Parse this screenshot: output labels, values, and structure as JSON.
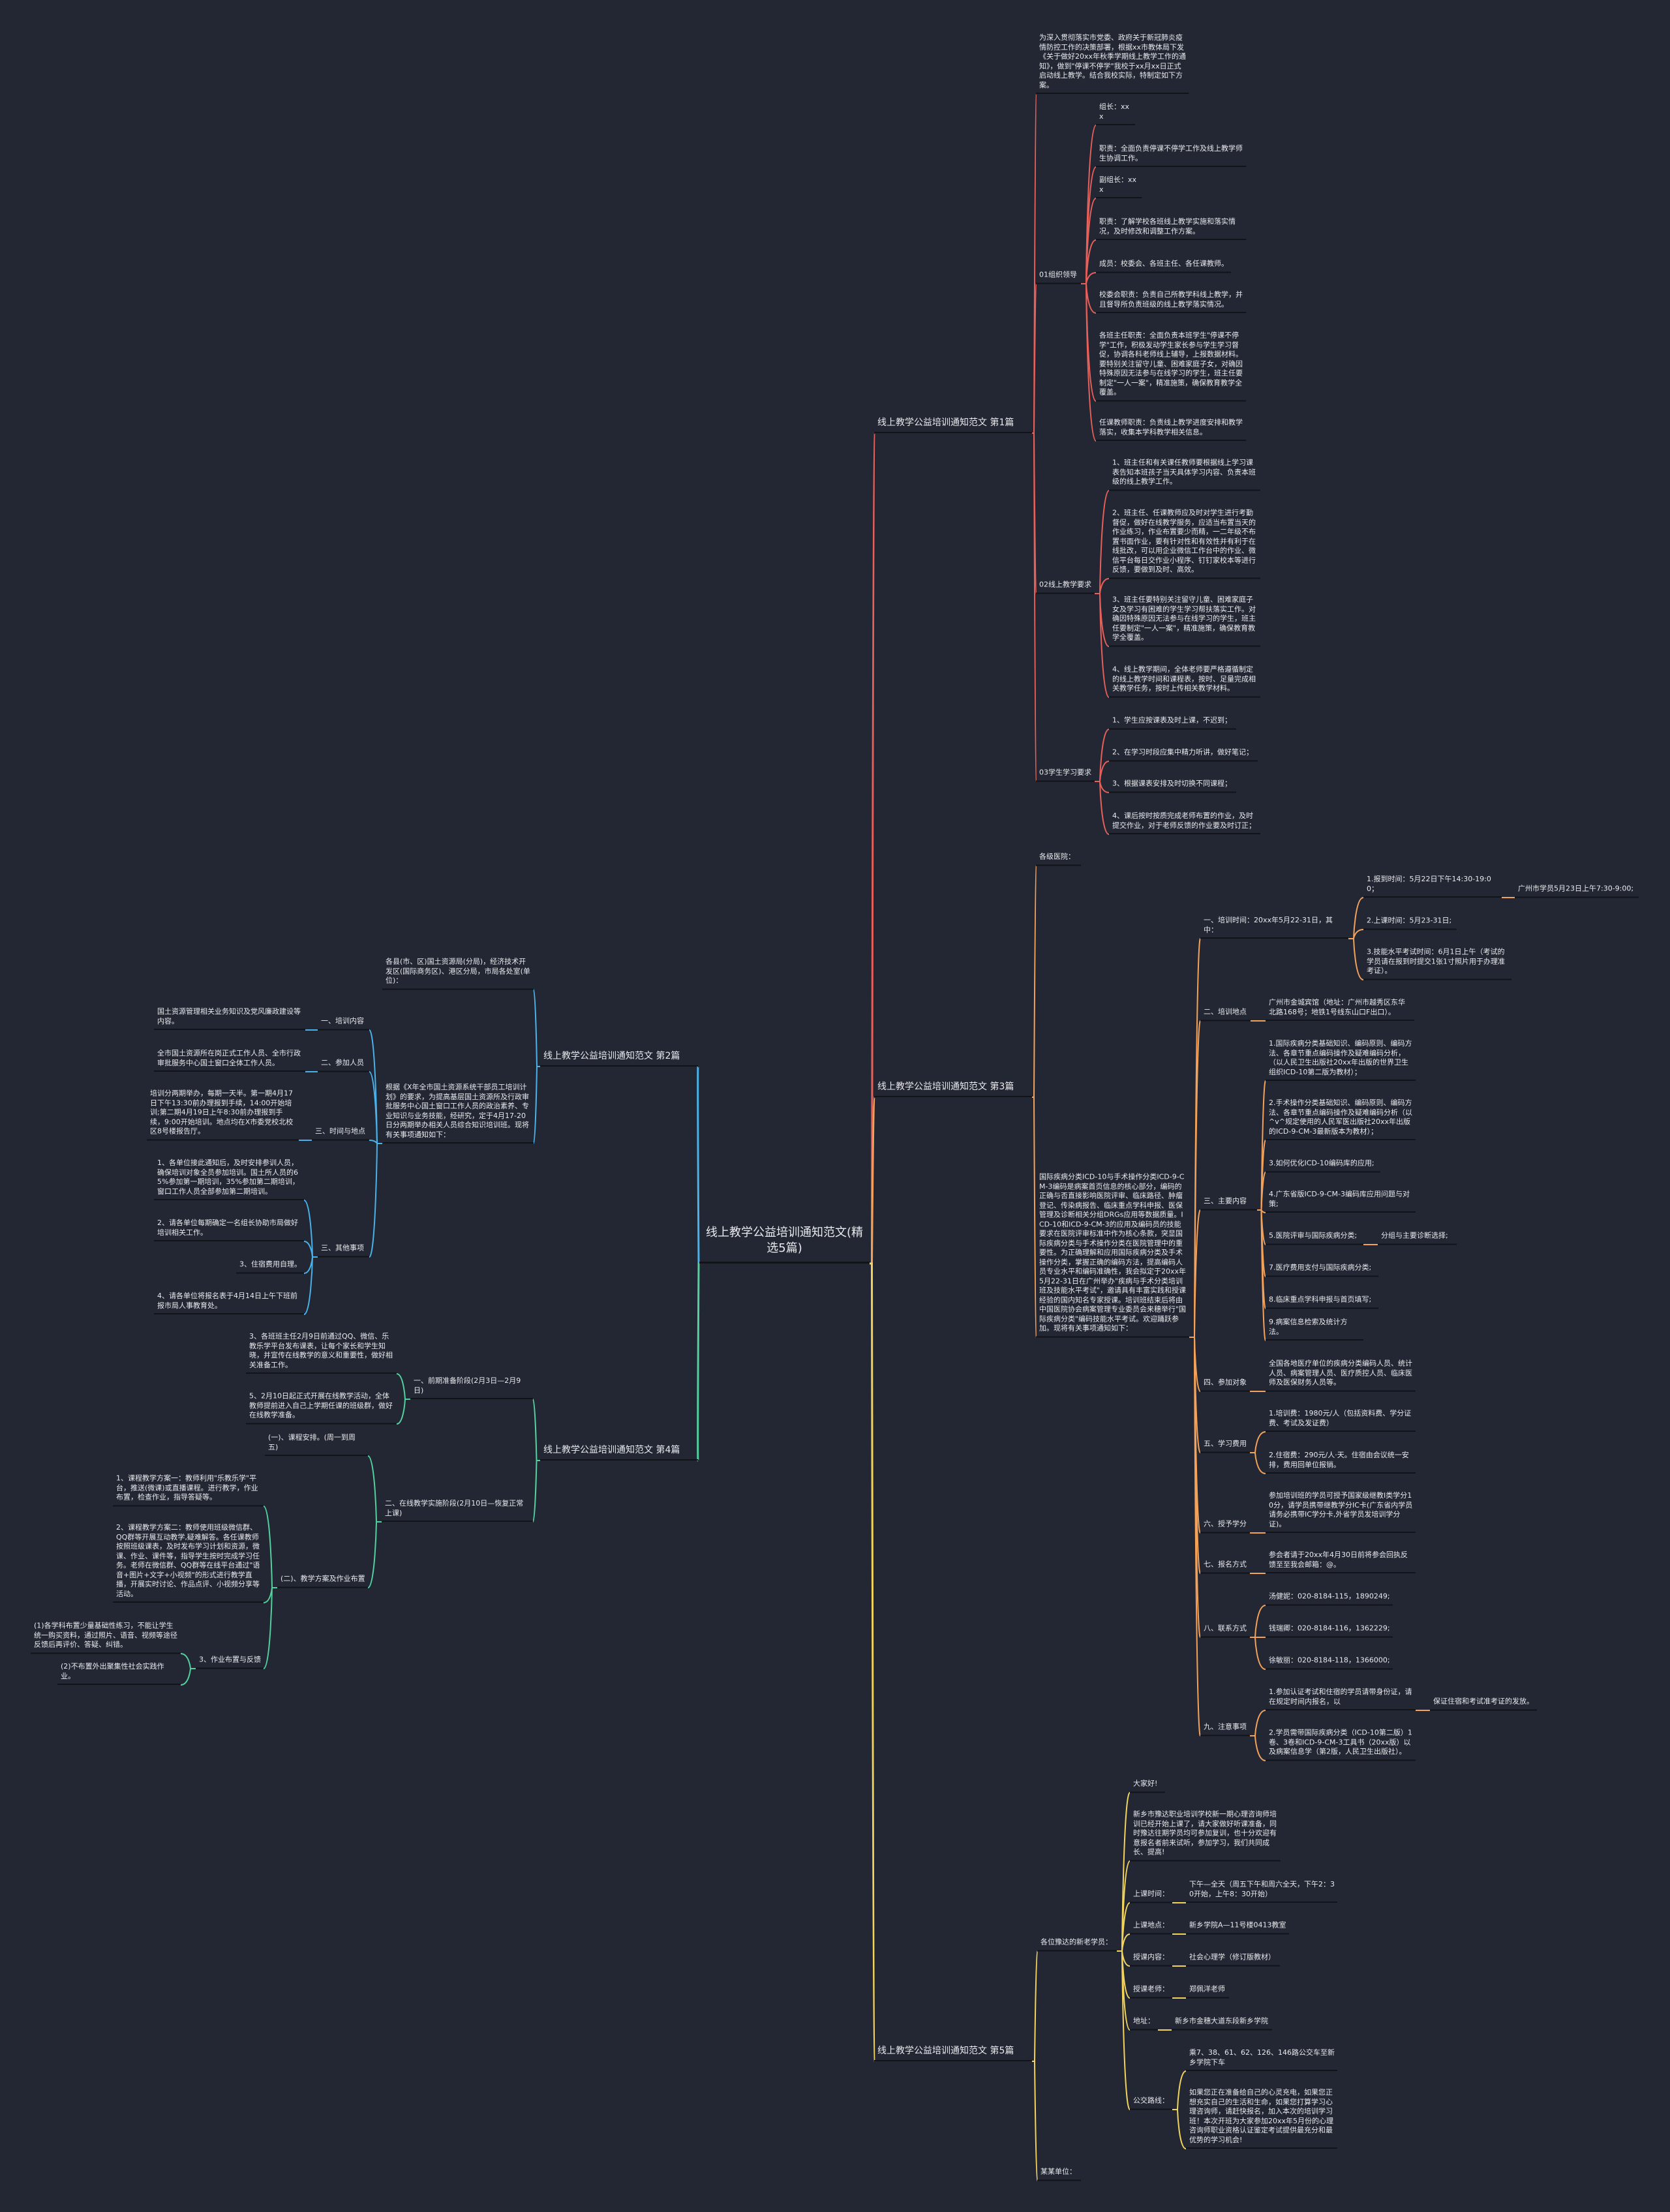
{
  "root": {
    "title": "线上教学公益培训通知范文(精选5篇)"
  },
  "branches": [
    {
      "label": "线上教学公益培训通知范文 第1篇",
      "color": "#e8605a",
      "side": "right",
      "children": [
        {
          "text": "为深入贯彻落实市党委、政府关于新冠肺炎疫情防控工作的决策部署，根据xx市教体局下发《关于做好20xx年秋季学期线上教学工作的通知》，做到\"停课不停学\"我校于xx月xx日正式启动线上教学。结合我校实际，特制定如下方案。"
        },
        {
          "text": "01组织领导",
          "children": [
            {
              "text": "组长：xxx"
            },
            {
              "text": "职责：全面负责停课不停学工作及线上教学师生协调工作。"
            },
            {
              "text": "副组长：xxx"
            },
            {
              "text": "职责：了解学校各班线上教学实施和落实情况，及时修改和调整工作方案。"
            },
            {
              "text": "成员：校委会、各班主任、各任课教师。"
            },
            {
              "text": "校委会职责：负责自己所教学科线上教学，并且督导所负责班级的线上教学落实情况。"
            },
            {
              "text": "各班主任职责：全面负责本班学生\"停课不停学\"工作，积极发动学生家长参与学生学习督促，协调各科老师线上辅导，上报数据材料。要特别关注留守儿童、困难家庭子女，对确因特殊原因无法参与在线学习的学生，班主任要制定\"一人一案\"，精准施策，确保教育教学全覆盖。"
            },
            {
              "text": "任课教师职责：负责线上教学进度安排和教学落实，收集本学科教学相关信息。"
            }
          ]
        },
        {
          "text": "02线上教学要求",
          "children": [
            {
              "text": "1、班主任和有关课任教师要根据线上学习课表告知本班孩子当天具体学习内容、负责本班级的线上教学工作。"
            },
            {
              "text": "2、班主任、任课教师应及时对学生进行考勤督促，做好在线教学服务，应适当布置当天的作业练习，作业布置要少而精，一二年级不布置书面作业，要有针对性和有效性并有利于在线批改，可以用企业微信工作台中的作业、微信平台每日交作业小程序、钉钉家校本等进行反馈，要做到及时、高效。"
            },
            {
              "text": "3、班主任要特别关注留守儿童、困难家庭子女及学习有困难的学生学习帮扶落实工作。对确因特殊原因无法参与在线学习的学生，班主任要制定\"一人一案\"，精准施策，确保教育教学全覆盖。"
            },
            {
              "text": "4、线上教学期间，全体老师要严格遵循制定的线上教学时间和课程表，按时、足量完成相关教学任务，按时上传相关教学材料。"
            }
          ]
        },
        {
          "text": "03学生学习要求",
          "children": [
            {
              "text": "1、学生应按课表及时上课，不迟到；"
            },
            {
              "text": "2、在学习时段应集中精力听讲，做好笔记；"
            },
            {
              "text": "3、根据课表安排及时切换不同课程；"
            },
            {
              "text": "4、课后按时按质完成老师布置的作业，及时提交作业，对于老师反馈的作业要及时订正；"
            }
          ]
        }
      ]
    },
    {
      "label": "线上教学公益培训通知范文 第2篇",
      "color": "#4ab2e8",
      "side": "left",
      "children": [
        {
          "text": "各县(市、区)国土资源局(分局)，经济技术开发区(国际商务区)、港区分局，市局各处室(单位)："
        },
        {
          "text": "根据《X年全市国土资源系统干部员工培训计划》的要求，为提高基层国土资源所及行政审批服务中心国土窗口工作人员的政治素养、专业知识与业务技能，经研究，定于4月17-20日分两期举办相关人员综合知识培训班。现将有关事项通知如下：",
          "children": [
            {
              "text": "一、培训内容",
              "children": [
                {
                  "text": "国土资源管理相关业务知识及党风廉政建设等内容。"
                }
              ]
            },
            {
              "text": "二、参加人员",
              "children": [
                {
                  "text": "全市国土资源所在岗正式工作人员、全市行政审批服务中心国土窗口全体工作人员。"
                }
              ]
            },
            {
              "text": "三、时间与地点",
              "children": [
                {
                  "text": "培训分两期举办，每期一天半。第一期4月17日下午13:30前办理报到手续，14:00开始培训;第二期4月19日上午8:30前办理报到手续，9:00开始培训。地点均在X市委党校北校区8号楼报告厅。"
                }
              ]
            },
            {
              "text": "三、其他事项",
              "children": [
                {
                  "text": "1、各单位接此通知后，及时安排参训人员，确保培训对象全员参加培训。国土所人员的65%参加第一期培训，35%参加第二期培训，窗口工作人员全部参加第二期培训。"
                },
                {
                  "text": "2、请各单位每期确定一名组长协助市局做好培训相关工作。"
                },
                {
                  "text": "3、住宿费用自理。"
                },
                {
                  "text": "4、请各单位将报名表于4月14日上午下班前报市局人事教育处。"
                }
              ]
            }
          ]
        }
      ]
    },
    {
      "label": "线上教学公益培训通知范文 第3篇",
      "color": "#f4a25a",
      "side": "right",
      "children": [
        {
          "text": "各级医院："
        },
        {
          "text": "国际疾病分类ICD-10与手术操作分类ICD-9-CM-3编码是病案首页信息的核心部分，编码的正确与否直接影响医院评审、临床路径、肿瘤登记、传染病报告、临床重点学科申报、医保管理及诊断相关分组DRGs应用等数据质量。ICD-10和ICD-9-CM-3的应用及编码员的技能要求在医院评审标准中作为核心条款，突显国际疾病分类与手术操作分类在医院管理中的重要性。为正确理解和应用国际疾病分类及手术操作分类，掌握正确的编码方法，提高编码人员专业水平和编码准确性，我会拟定于20xx年5月22-31日在广州举办\"疾病与手术分类培训班及技能水平考试\"，邀请具有丰富实践和授课经验的国内知名专家授课。培训班结束后将由中国医院协会病案管理专业委员会来穗举行\"国际疾病分类\"编码技能水平考试。欢迎踊跃参加。现将有关事项通知如下：",
          "children": [
            {
              "text": "一、培训时间：20xx年5月22-31日，其中：",
              "children": [
                {
                  "text": "1.报到时间：5月22日下午14:30-19:00；",
                  "children": [
                    {
                      "text": "广州市学员5月23日上午7:30-9:00;"
                    }
                  ]
                },
                {
                  "text": "2.上课时间：5月23-31日;"
                },
                {
                  "text": "3.技能水平考试时间：6月1日上午（考试的学员请在报到时提交1张1寸照片用于办理准考证）。"
                }
              ]
            },
            {
              "text": "二、培训地点",
              "children": [
                {
                  "text": "广州市金城宾馆（地址：广州市越秀区东华北路168号；地铁1号线东山口F出口）。"
                }
              ]
            },
            {
              "text": "三、主要内容",
              "children": [
                {
                  "text": "1.国际疾病分类基础知识、编码原则、编码方法、各章节重点编码操作及疑难编码分析，（以人民卫生出版社20xx年出版的世界卫生组织ICD-10第二版为教材）；"
                },
                {
                  "text": "2.手术操作分类基础知识、编码原则、编码方法、各章节重点编码操作及疑难编码分析（以^v^规定使用的人民军医出版社20xx年出版的ICD-9-CM-3最新版本为教材）；"
                },
                {
                  "text": "3.如何优化ICD-10编码库的应用;"
                },
                {
                  "text": "4.广东省版ICD-9-CM-3编码库应用问题与对策;"
                },
                {
                  "text": "5.医院评审与国际疾病分类;",
                  "children": [
                    {
                      "text": "分组与主要诊断选择;"
                    }
                  ]
                },
                {
                  "text": "7.医疗费用支付与国际疾病分类;"
                },
                {
                  "text": "8.临床重点学科申报与首页填写;"
                },
                {
                  "text": "9.病案信息检索及统计方法。"
                }
              ]
            },
            {
              "text": "四、参加对象",
              "children": [
                {
                  "text": "全国各地医疗单位的疾病分类编码人员、统计人员、病案管理人员、医疗质控人员、临床医师及医保财务人员等。"
                }
              ]
            },
            {
              "text": "五、学习费用",
              "children": [
                {
                  "text": "1.培训费：1980元/人（包括资料费、学分证费、考试及发证费）"
                },
                {
                  "text": "2.住宿费：290元/人·天。住宿由会议统一安排，费用回单位报销。"
                }
              ]
            },
            {
              "text": "六、授予学分",
              "children": [
                {
                  "text": "参加培训班的学员可授予国家级继教I类学分10分，请学员携带继教学分IC卡(广东省内学员请务必携带IC学分卡,外省学员发培训学分证)。"
                }
              ]
            },
            {
              "text": "七、报名方式",
              "children": [
                {
                  "text": "参会者请于20xx年4月30日前将参会回执反馈至至我会邮箱：@。"
                }
              ]
            },
            {
              "text": "八、联系方式",
              "children": [
                {
                  "text": "汤健妮：020-8184-115，1890249;"
                },
                {
                  "text": "钱瑞卿：020-8184-116，1362229;"
                },
                {
                  "text": "徐敏丽：020-8184-118，1366000;"
                }
              ]
            },
            {
              "text": "九、注意事项",
              "children": [
                {
                  "text": "1.参加认证考试和住宿的学员请带身份证，请在规定时间内报名，以",
                  "children": [
                    {
                      "text": "保证住宿和考试准考证的发放。"
                    }
                  ]
                },
                {
                  "text": "2.学员需带国际疾病分类（ICD-10第二版）1卷、3卷和ICD-9-CM-3工具书（20xx版）以及病案信息学（第2版，人民卫生出版社）。"
                }
              ]
            }
          ]
        }
      ]
    },
    {
      "label": "线上教学公益培训通知范文 第4篇",
      "color": "#52d09e",
      "side": "left",
      "children": [
        {
          "text": "一、前期准备阶段(2月3日—2月9日)",
          "children": [
            {
              "text": "3、各班班主任2月9日前通过QQ、微信、乐教乐学平台发布课表，让每个家长和学生知晓，并宣传在线教学的意义和重要性，做好相关准备工作。"
            },
            {
              "text": "5、2月10日起正式开展在线教学活动，全体教师提前进入自己上学期任课的班级群，做好在线教学准备。"
            }
          ]
        },
        {
          "text": "二、在线教学实施阶段(2月10日—恢复正常上课)",
          "children": [
            {
              "text": "(一)、课程安排。(周一到周五)"
            },
            {
              "text": "(二)、教学方案及作业布置",
              "children": [
                {
                  "text": "1、课程教学方案一：教师利用\"乐教乐学\"平台，推送(微课)或直播课程。进行教学，作业布置，检查作业，指导答疑等。"
                },
                {
                  "text": "2、课程教学方案二：教师使用班级微信群、QQ群等开展互动教学,疑难解答。各任课教师按照班级课表，及时发布学习计划和资源，微课、作业、课件等，指导学生按时完成学习任务。老师在微信群、QQ群等在线平台通过\"语音+图片+文字+小视频\"的形式进行教学直播，开展实时讨论、作品点评、小视频分享等活动。"
                },
                {
                  "text": "3、作业布置与反馈",
                  "children": [
                    {
                      "text": "(1)各学科布置少量基础性练习，不能让学生统一购买资料，通过照片、语音、视频等途径反馈后再评价、答疑、纠错。"
                    },
                    {
                      "text": "(2)不布置外出聚集性社会实践作业。"
                    }
                  ]
                }
              ]
            }
          ]
        }
      ]
    },
    {
      "label": "线上教学公益培训通知范文 第5篇",
      "color": "#f2d45c",
      "side": "right",
      "children": [
        {
          "text": "各位豫达的新老学员：",
          "children": [
            {
              "text": "大家好!"
            },
            {
              "text": "新乡市豫达职业培训学校新一期心理咨询师培训已经开始上课了，请大家做好听课准备，同时豫达往期学员均可参加复训，也十分欢迎有意报名者前来试听，参加学习，我们共同成长、提高!"
            },
            {
              "text": "上课时间：",
              "children": [
                {
                  "text": "下午—全天（周五下午和周六全天，下午2：30开始，上午8：30开始）"
                }
              ]
            },
            {
              "text": "上课地点：",
              "children": [
                {
                  "text": "新乡学院A—11号楼0413教室"
                }
              ]
            },
            {
              "text": "授课内容：",
              "children": [
                {
                  "text": "社会心理学（修订版教材）"
                }
              ]
            },
            {
              "text": "授课老师：",
              "children": [
                {
                  "text": "郑佩洋老师"
                }
              ]
            },
            {
              "text": "地址：",
              "children": [
                {
                  "text": "新乡市金穗大道东段新乡学院"
                }
              ]
            },
            {
              "text": "公交路线：",
              "children": [
                {
                  "text": "乘7、38、61、62、126、146路公交车至新乡学院下车"
                },
                {
                  "text": "如果您正在准备给自己的心灵充电，如果您正想充实自己的生活和生命，如果您打算学习心理咨询师，请赶快报名，加入本次的培训学习班！本次开班为大家参加20xx年5月份的心理咨询师职业资格认证鉴定考试提供最充分和最优势的学习机会!"
                }
              ]
            }
          ]
        },
        {
          "text": "某某单位："
        }
      ]
    }
  ]
}
